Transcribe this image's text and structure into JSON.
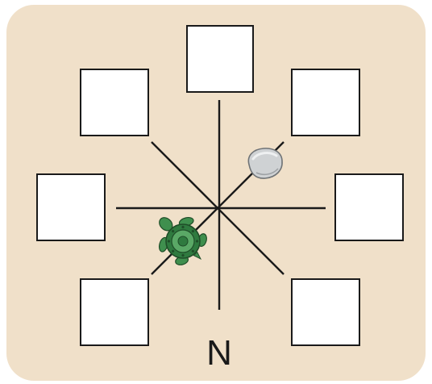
{
  "diagram": {
    "background_color": "#f0e0c9",
    "line_color": "#1a1a1a",
    "box_fill": "#ffffff",
    "box_stroke": "#1a1a1a",
    "boxes": [
      {
        "id": "top",
        "value": ""
      },
      {
        "id": "top-left",
        "value": ""
      },
      {
        "id": "top-right",
        "value": ""
      },
      {
        "id": "left",
        "value": ""
      },
      {
        "id": "right",
        "value": ""
      },
      {
        "id": "bottom-left",
        "value": ""
      },
      {
        "id": "bottom-right",
        "value": ""
      }
    ],
    "direction_label": "N",
    "objects": [
      {
        "name": "rock",
        "icon": "rock-icon",
        "color": "#cfd2d4"
      },
      {
        "name": "turtle",
        "icon": "turtle-icon",
        "color": "#3f8f4e"
      }
    ]
  }
}
